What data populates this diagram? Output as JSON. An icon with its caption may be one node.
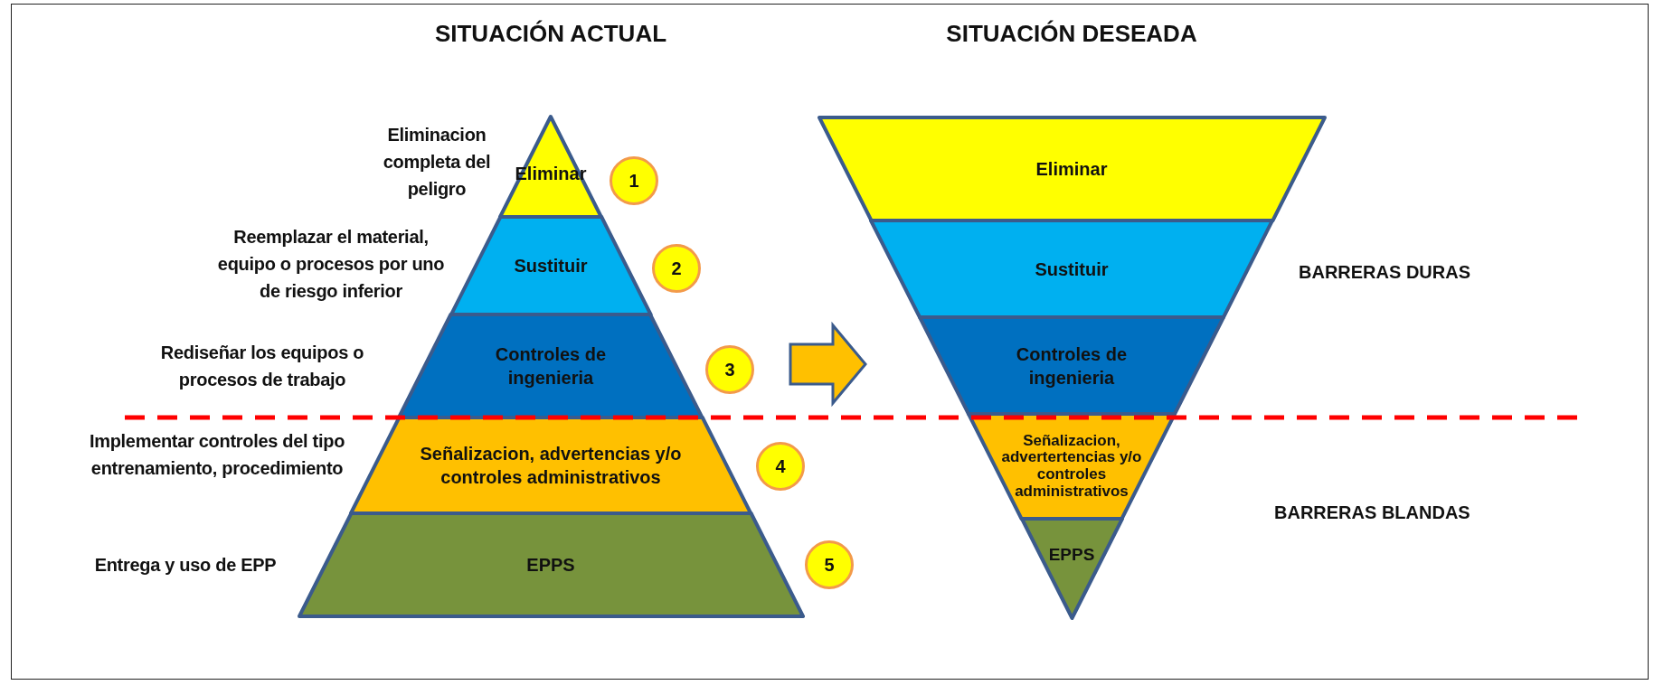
{
  "diagram": {
    "nodes": [
      {
        "text": [
          "SITUACIÓN ACTUAL"
        ]
      },
      {
        "text": [
          "Eliminar"
        ],
        "in": 0,
        "beside": [
          "Eliminacion completa del peligro"
        ]
      },
      {
        "text": [
          "Sustituir"
        ],
        "in": 0,
        "beside": [
          "Reemplazar el material, equipo o procesos por uno de riesgo inferior"
        ]
      },
      {
        "text": [
          "Controles de ingenieria"
        ],
        "in": 0,
        "beside": [
          "Rediseñar los equipos o procesos de trabajo"
        ]
      },
      {
        "text": [
          "Señalizacion, advertencias y/o controles administrativos"
        ],
        "in": 0,
        "beside": [
          "Implementar controles del tipo entrenamiento, procedimiento"
        ]
      },
      {
        "text": [
          "EPPS"
        ],
        "in": 0,
        "beside": [
          "Entrega y uso de EPP"
        ]
      },
      {
        "text": [
          "SITUACIÓN DESEADA"
        ]
      },
      {
        "text": [
          "Eliminar"
        ],
        "in": 6
      },
      {
        "text": [
          "Sustituir"
        ],
        "in": 6
      },
      {
        "text": [
          "Controles de ingenieria"
        ],
        "in": 6
      },
      {
        "text": [
          "Señalizacion, advertertencias y/o controles administrativos"
        ],
        "in": 6
      },
      {
        "text": [
          "EPPS"
        ],
        "in": 6
      },
      {
        "text": [
          "1"
        ]
      },
      {
        "text": [
          "2"
        ]
      },
      {
        "text": [
          "3"
        ]
      },
      {
        "text": [
          "4"
        ]
      },
      {
        "text": [
          "5"
        ]
      }
    ],
    "edges": [
      {
        "from": 0,
        "to": 6,
        "arrow": "to",
        "style": "thick"
      }
    ],
    "labels": [
      "BARRERAS DURAS",
      "BARRERAS BLANDAS"
    ]
  }
}
